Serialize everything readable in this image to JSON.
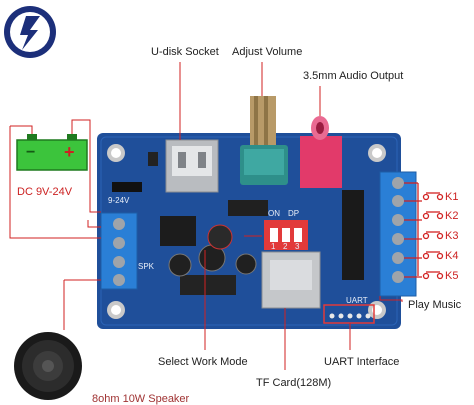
{
  "labels": {
    "usb": "U-disk Socket",
    "volume": "Adjust Volume",
    "audio": "3.5mm Audio Output",
    "dc": "DC 9V-24V",
    "play": "Play Music",
    "mode": "Select Work Mode",
    "tf": "TF Card(128M)",
    "uart": "UART Interface",
    "speaker": "8ohm 10W Speaker"
  },
  "keys": [
    "K1",
    "K2",
    "K3",
    "K4",
    "K5"
  ],
  "silkscreen": {
    "voltage": "9-24V",
    "spk": "SPK",
    "dip_on": "ON",
    "dip_dp": "DP",
    "dip_1": "1",
    "dip_2": "2",
    "dip_3": "3",
    "uart": "UART"
  },
  "battery": {
    "minus": "−",
    "plus": "+"
  },
  "colors": {
    "board": "#1f4f9a",
    "wire": "#d22222",
    "logo": "#1c2f7a",
    "battery": "#3cc43c"
  }
}
